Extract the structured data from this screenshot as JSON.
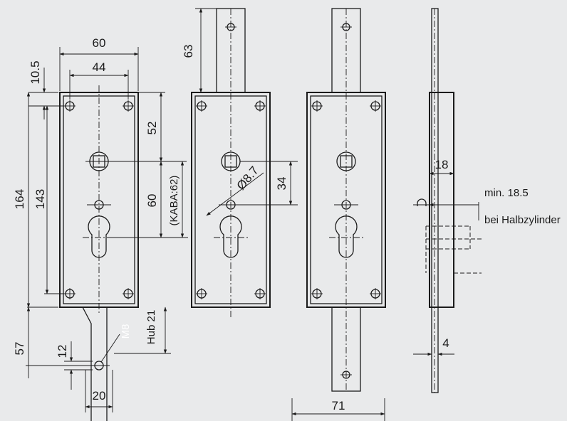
{
  "dimensions": {
    "width_60": "60",
    "width_44": "44",
    "offset_10_5": "10.5",
    "height_164": "164",
    "height_143": "143",
    "spacing_52": "52",
    "spacing_60": "60",
    "kaba_62": "(KABA:62)",
    "bolt_57": "57",
    "dim_12": "12",
    "dim_20": "20",
    "thread_m8": "M8",
    "stroke_hub_21": "Hub 21",
    "bar_63": "63",
    "hole_8_7": "Ø8.7",
    "dim_34": "34",
    "bar_71": "71",
    "depth_18": "18",
    "min_18_5": "min. 18.5",
    "halbzylinder_note": "bei Halbzylinder",
    "dim_4": "4"
  }
}
